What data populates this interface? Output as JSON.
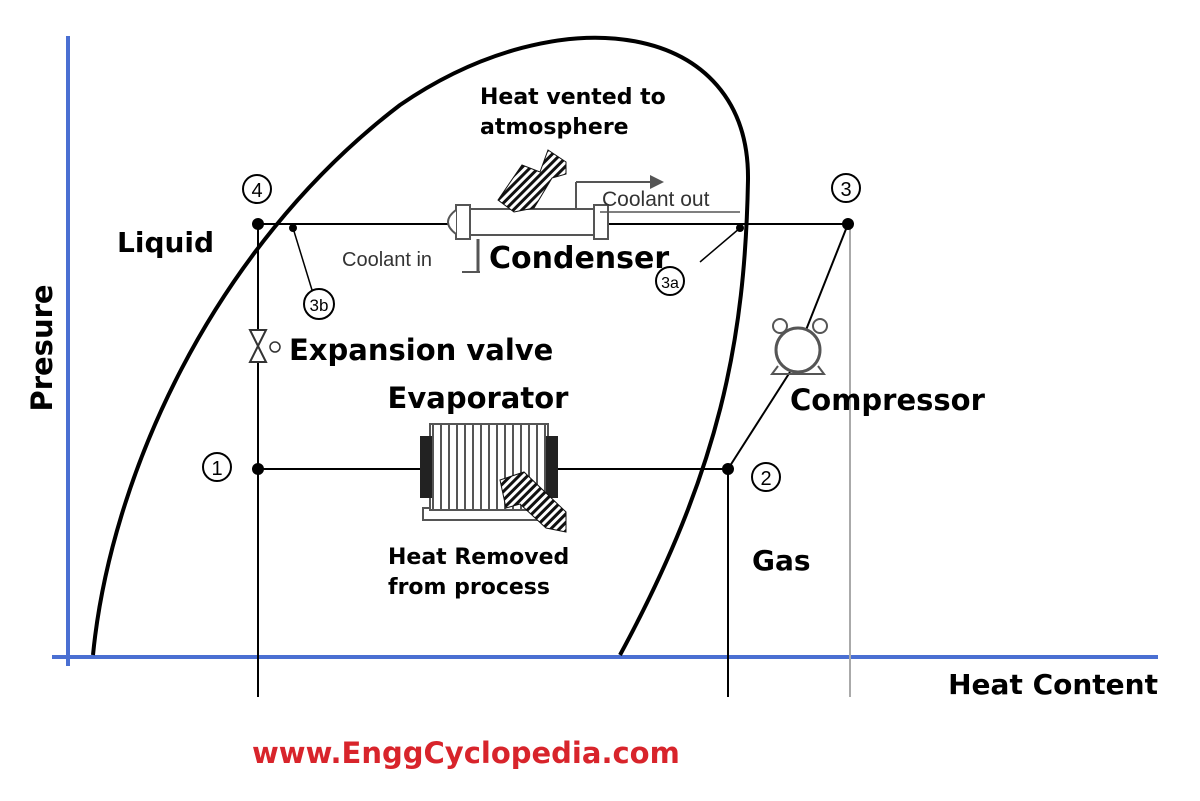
{
  "diagram": {
    "axes": {
      "y_label": "Presure",
      "x_label": "Heat Content",
      "color": "#4a6fd2"
    },
    "regions": {
      "liquid": "Liquid",
      "gas": "Gas"
    },
    "components": {
      "condenser": "Condenser",
      "expansion_valve": "Expansion valve",
      "evaporator": "Evaporator",
      "compressor": "Compressor"
    },
    "notes": {
      "heat_vented_line1": "Heat vented to",
      "heat_vented_line2": "atmosphere",
      "coolant_out": "Coolant out",
      "coolant_in": "Coolant in",
      "heat_removed_line1": "Heat Removed",
      "heat_removed_line2": "from process"
    },
    "points": {
      "p1": "1",
      "p2": "2",
      "p3": "3",
      "p4": "4",
      "p3a": "3a",
      "p3b": "3b"
    },
    "website": "www.EnggCyclopedia.com",
    "website_color": "#d8242b"
  }
}
